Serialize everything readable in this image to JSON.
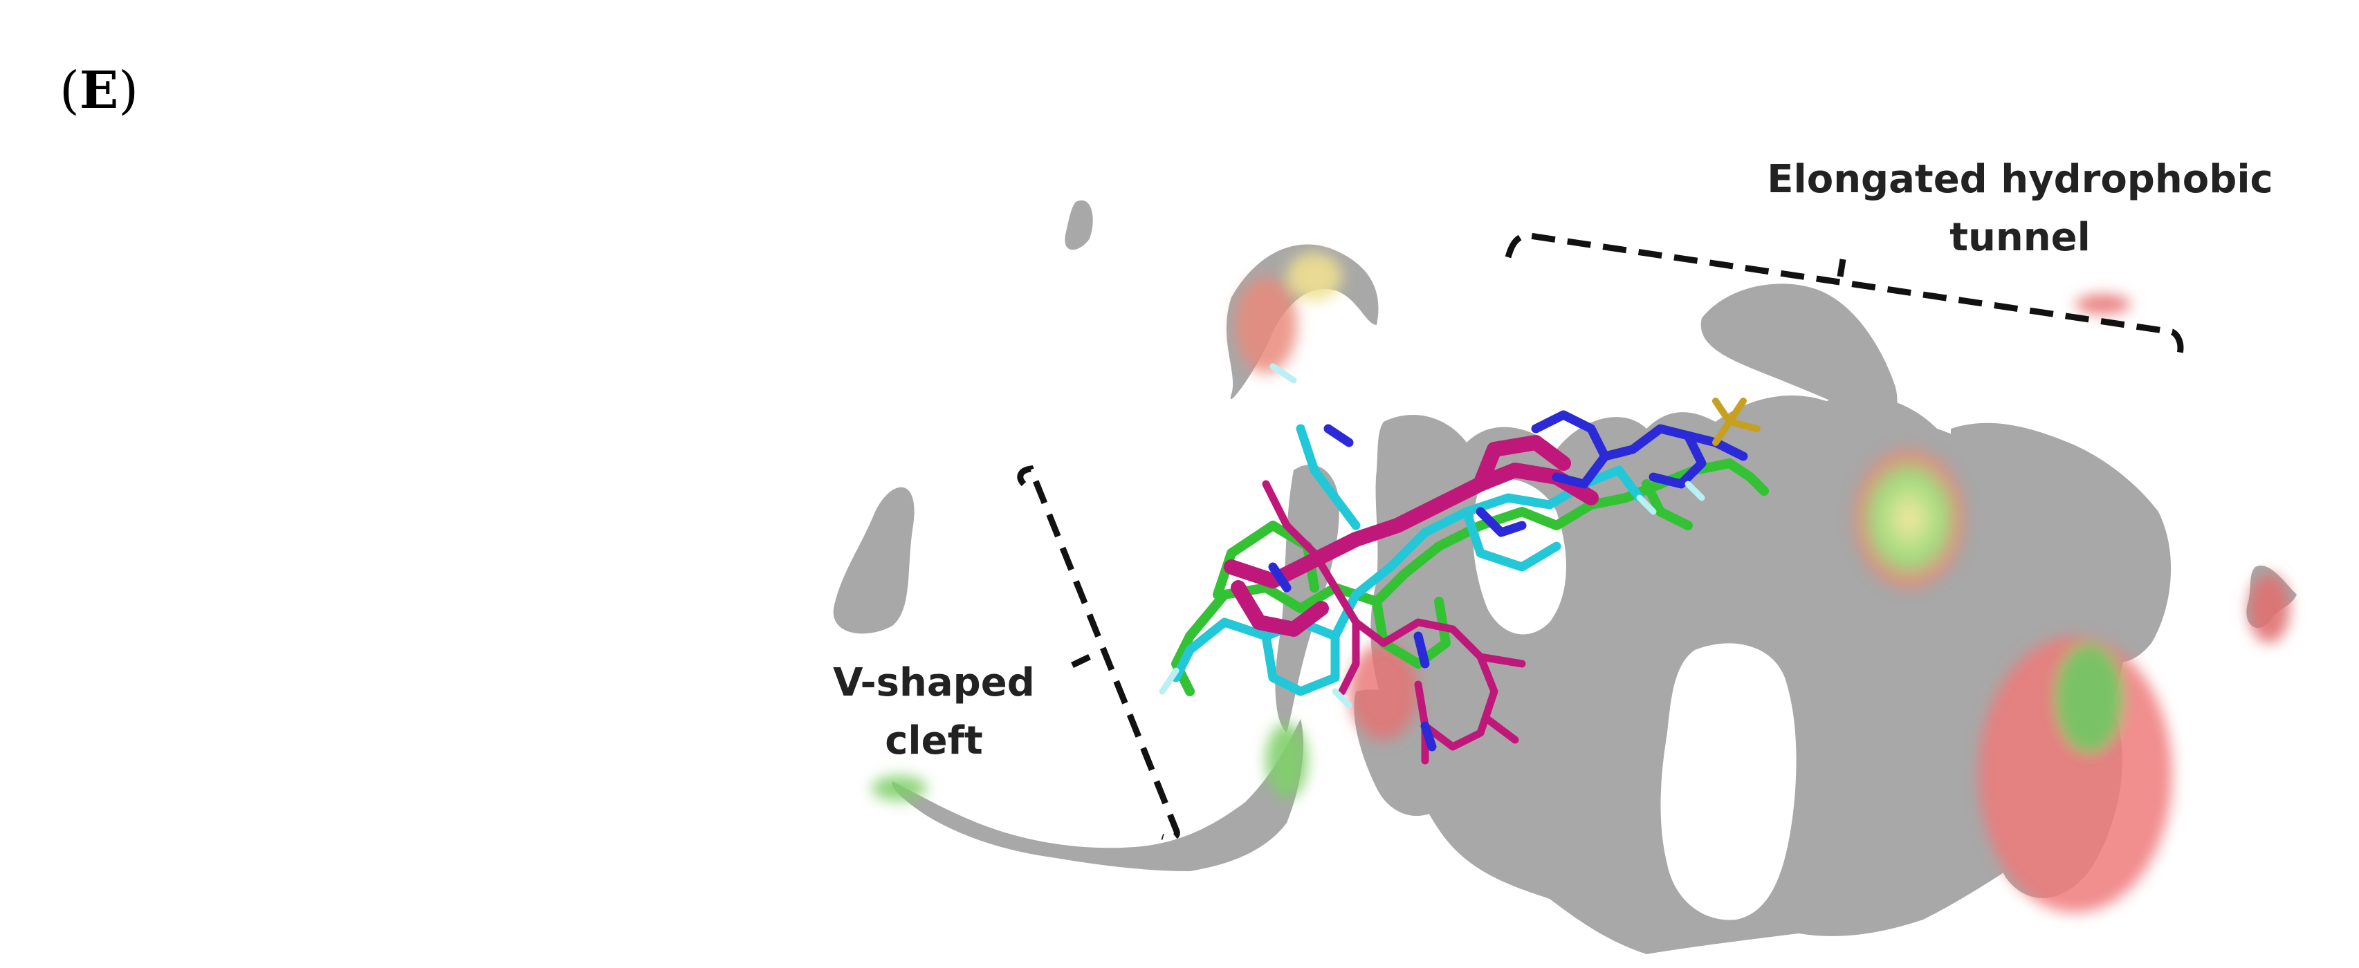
{
  "figure": {
    "panel_label": "E",
    "annotations": {
      "tunnel": [
        "Elongated hydrophobic",
        "tunnel"
      ],
      "cleft": [
        "V-shaped",
        "cleft"
      ]
    },
    "colors": {
      "surface": "#a8a8a8",
      "hydrophobic_green": "#7fcf6a",
      "polar_red": "#e87070",
      "ligand_magenta": "#c0187a",
      "ligand_cyan": "#22c8d8",
      "ligand_green": "#33c233",
      "nitrogen_blue": "#2a2ad8",
      "sulfur_yellow": "#c8a020"
    }
  }
}
